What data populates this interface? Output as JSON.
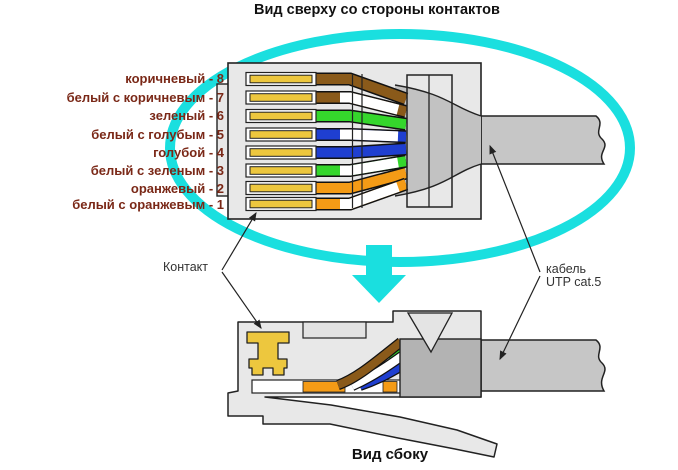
{
  "titles": {
    "top": "Вид сверху со стороны контактов",
    "bottom": "Вид сбоку"
  },
  "callouts": {
    "contact": "Контакт",
    "cable_line1": "кабель",
    "cable_line2": "UTP cat.5"
  },
  "pins": [
    {
      "num": 8,
      "label": "коричневый - 8",
      "color": "#8a5a1a",
      "striped": false
    },
    {
      "num": 7,
      "label": "белый с коричневым - 7",
      "color": "#8a5a1a",
      "striped": true
    },
    {
      "num": 6,
      "label": "зеленый - 6",
      "color": "#35d62c",
      "striped": false
    },
    {
      "num": 5,
      "label": "белый с голубым - 5",
      "color": "#1f3fd0",
      "striped": true
    },
    {
      "num": 4,
      "label": "голубой - 4",
      "color": "#1f3fd0",
      "striped": false
    },
    {
      "num": 3,
      "label": "белый с зеленым - 3",
      "color": "#35d62c",
      "striped": true
    },
    {
      "num": 2,
      "label": "оранжевый - 2",
      "color": "#f49b16",
      "striped": false
    },
    {
      "num": 1,
      "label": "белый с оранжевым - 1",
      "color": "#f49b16",
      "striped": true
    }
  ],
  "colors": {
    "highlight_cyan": "#1adfdf",
    "label_text": "#7a2817",
    "body_gray": "#e8e8e8",
    "funnel_gray": "#c2c2c2",
    "cable_gray": "#c6c6c6",
    "jacket_gray": "#b3b3b3",
    "contact_gold": "#edc73e",
    "outline": "#222222"
  }
}
